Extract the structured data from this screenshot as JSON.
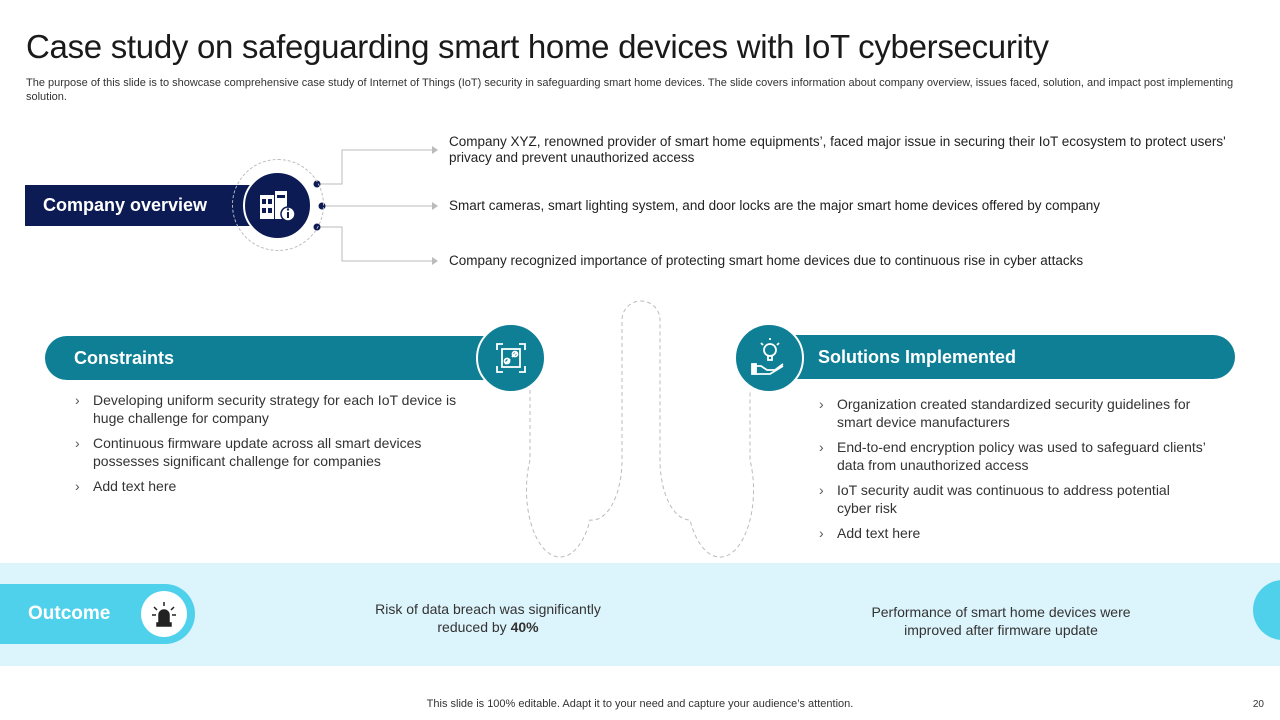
{
  "title": "Case study on safeguarding smart home devices with IoT cybersecurity",
  "subtitle": "The purpose of this slide is to showcase comprehensive case study of Internet of Things (IoT) security in safeguarding smart home devices. The slide covers information about company overview, issues faced, solution, and impact post implementing solution.",
  "company_overview": {
    "label": "Company overview",
    "items": [
      "Company XYZ,  renowned provider of smart home equipments’, faced major issue in securing their IoT ecosystem to protect users' privacy and prevent unauthorized access",
      "Smart cameras, smart lighting system, and door locks are the major smart home devices offered by company",
      "Company recognized importance of protecting smart home devices due to continuous rise in cyber attacks"
    ]
  },
  "constraints": {
    "label": "Constraints",
    "items": [
      "Developing uniform security strategy for each IoT device is  huge challenge for company",
      "Continuous firmware update across all smart devices possesses significant challenge for companies",
      "Add text here"
    ]
  },
  "solutions": {
    "label": "Solutions Implemented",
    "items": [
      "Organization created standardized security guidelines for smart device manufacturers",
      "End-to-end encryption policy was used to safeguard clients’ data from unauthorized access",
      "IoT security audit was continuous to address potential cyber risk",
      "Add text here"
    ]
  },
  "outcome": {
    "label": "Outcome",
    "item1_text": "Risk of data breach was significantly reduced by ",
    "item1_value": "40%",
    "item2": "Performance of smart home devices were improved after firmware update"
  },
  "footer": "This slide is 100% editable. Adapt it to your need and capture your audience’s attention.",
  "page_number": "20",
  "colors": {
    "navy": "#0d1b55",
    "teal": "#0e7f95",
    "cyan": "#4fd1ec",
    "band": "#dcf4fb"
  }
}
